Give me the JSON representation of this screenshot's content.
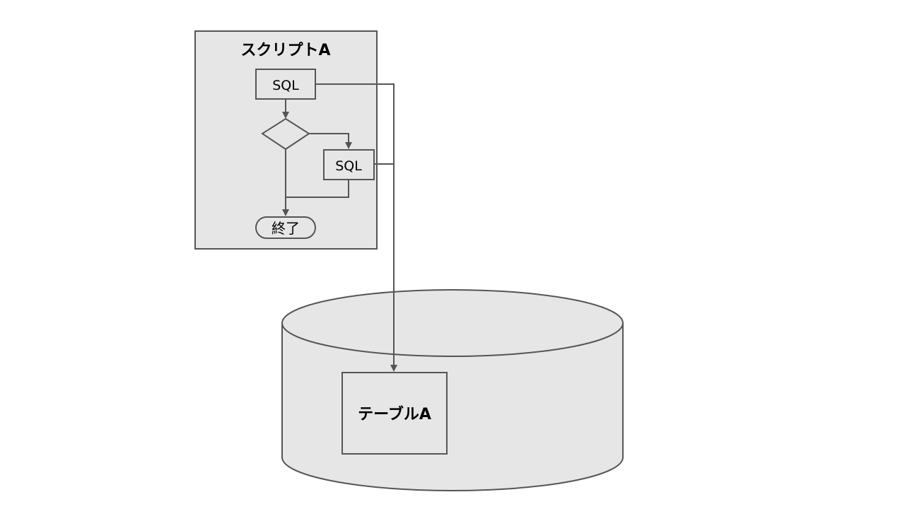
{
  "script": {
    "title": "スクリプトA",
    "sql1": "SQL",
    "sql2": "SQL",
    "end": "終了"
  },
  "database": {
    "table": "テーブルA"
  },
  "colors": {
    "fill": "#e6e6e6",
    "stroke": "#555555",
    "text": "#000000",
    "background": "#ffffff"
  }
}
